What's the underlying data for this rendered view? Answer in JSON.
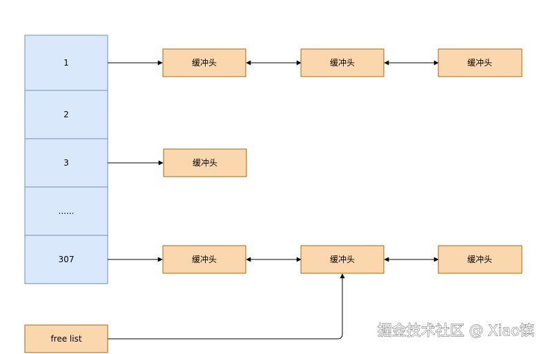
{
  "hash_table": {
    "slots": [
      "1",
      "2",
      "3",
      "......",
      "307"
    ]
  },
  "buffer_node_label": "缓冲头",
  "free_list_label": "free list",
  "watermark": "掘金技术社区 @ Xiao镔",
  "colors": {
    "slot_fill": "#dae8fc",
    "slot_stroke": "#6c8ebf",
    "node_fill": "#fad7ac",
    "node_stroke": "#b46504",
    "edge": "#000000"
  }
}
